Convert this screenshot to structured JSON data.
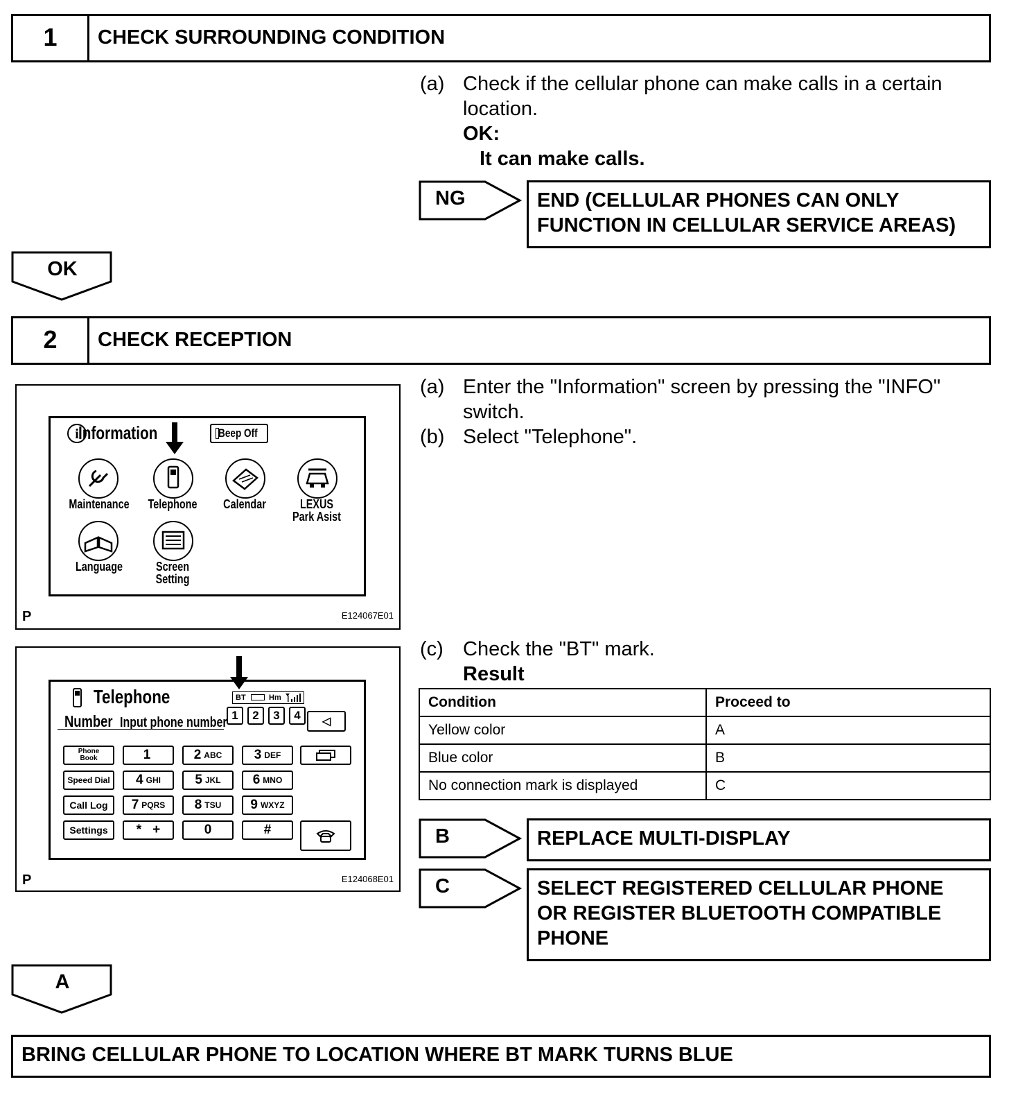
{
  "step1": {
    "number": "1",
    "title": "CHECK SURROUNDING CONDITION",
    "item_a_marker": "(a)",
    "item_a_text_line1": "Check if the cellular phone can make calls in a certain",
    "item_a_text_line2": "location.",
    "ok_label": "OK:",
    "ok_text": "It can make calls.",
    "ng_label": "NG",
    "ng_result_line1": "END (CELLULAR PHONES CAN ONLY",
    "ng_result_line2": "FUNCTION IN CELLULAR SERVICE AREAS)",
    "ok_arrow_label": "OK"
  },
  "step2": {
    "number": "2",
    "title": "CHECK RECEPTION",
    "item_a_marker": "(a)",
    "item_a_text_line1": "Enter the \"Information\" screen by pressing the \"INFO\"",
    "item_a_text_line2": "switch.",
    "item_b_marker": "(b)",
    "item_b_text": "Select \"Telephone\".",
    "item_c_marker": "(c)",
    "item_c_text": "Check the \"BT\" mark.",
    "result_label": "Result",
    "table": {
      "headers": [
        "Condition",
        "Proceed to"
      ],
      "rows": [
        [
          "Yellow color",
          "A"
        ],
        [
          "Blue color",
          "B"
        ],
        [
          "No connection mark is displayed",
          "C"
        ]
      ]
    },
    "b_label": "B",
    "b_result": "REPLACE MULTI-DISPLAY",
    "c_label": "C",
    "c_result_line1": "SELECT REGISTERED CELLULAR PHONE",
    "c_result_line2": "OR REGISTER BLUETOOTH COMPATIBLE",
    "c_result_line3": "PHONE",
    "a_arrow_label": "A",
    "final_result": "BRING CELLULAR PHONE TO LOCATION WHERE BT MARK TURNS BLUE"
  },
  "figure1": {
    "corner_label": "P",
    "figure_id": "E124067E01",
    "screen_title": "Information",
    "beep_label": "Beep Off",
    "icons": [
      {
        "label": "Maintenance",
        "icon": "wrench-icon"
      },
      {
        "label": "Telephone",
        "icon": "phone-icon"
      },
      {
        "label": "Calendar",
        "icon": "calendar-icon"
      },
      {
        "label": "LEXUS",
        "label2": "Park Asist",
        "icon": "car-icon"
      },
      {
        "label": "Language",
        "icon": "book-icon"
      },
      {
        "label": "Screen",
        "label2": "Setting",
        "icon": "screen-icon"
      }
    ]
  },
  "figure2": {
    "corner_label": "P",
    "figure_id": "E124068E01",
    "screen_title": "Telephone",
    "bt_label": "BT",
    "hm_label": "Hm",
    "number_label": "Number",
    "input_label": "Input phone number",
    "slots": [
      "1",
      "2",
      "3",
      "4"
    ],
    "back_key": "◁",
    "side_keys": [
      "Phone Book",
      "Speed Dial",
      "Call Log",
      "Settings"
    ],
    "keys": [
      [
        "1",
        ""
      ],
      [
        "2",
        "ABC"
      ],
      [
        "3",
        "DEF"
      ],
      [
        "4",
        "GHI"
      ],
      [
        "5",
        "JKL"
      ],
      [
        "6",
        "MNO"
      ],
      [
        "7",
        "PQRS"
      ],
      [
        "8",
        "TSU"
      ],
      [
        "9",
        "WXYZ"
      ],
      [
        "*",
        "+"
      ],
      [
        "0",
        ""
      ],
      [
        "#",
        ""
      ]
    ]
  }
}
